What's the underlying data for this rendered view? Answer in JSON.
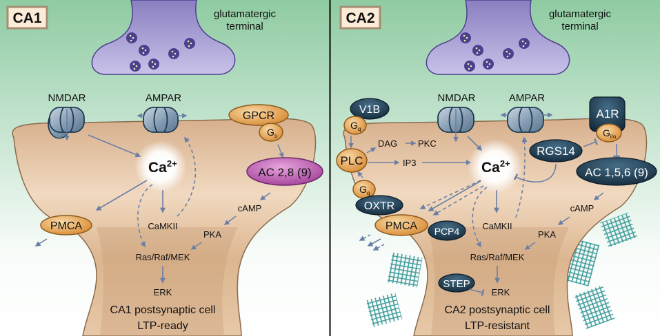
{
  "colors": {
    "bg_top": "#8fcba2",
    "bg_bottom": "#ffffff",
    "cell": "#d8b08c",
    "cell_light": "#f2dcc4",
    "cell_stroke": "#8a6a4c",
    "terminal": "#a79ad2",
    "terminal_stroke": "#4b3f8e",
    "vesicle": "#4c3f8f",
    "vesicle_dot": "#f2f0a0",
    "orange_protein": "#e6a65a",
    "orange_stroke": "#8b5a1e",
    "purple_protein": "#c86ab8",
    "navy_protein": "#1d3a50",
    "receptor": "#7e96ad",
    "arrow": "#6a7fa6",
    "matrix": "#3f9c9c",
    "label_bg": "#fbebd7",
    "label_border": "#a68e74"
  },
  "panels": [
    {
      "id": "CA1",
      "badge": "CA1",
      "terminal_label": [
        "glutamatergic",
        "terminal"
      ],
      "nmdar": "NMDAR",
      "ampar": "AMPAR",
      "gpcr": "GPCR",
      "gprotein": {
        "base": "G",
        "sub": "s"
      },
      "ac": "AC 2,8 (9)",
      "calcium": {
        "base": "Ca",
        "sup": "2+"
      },
      "pmca": "PMCA",
      "camkii": "CaMKII",
      "camp": "cAMP",
      "pka": "PKA",
      "ras": "Ras/Raf/MEK",
      "erk": "ERK",
      "cell_title": "CA1 postsynaptic cell",
      "cell_state": "LTP-ready"
    },
    {
      "id": "CA2",
      "badge": "CA2",
      "terminal_label": [
        "glutamatergic",
        "terminal"
      ],
      "nmdar": "NMDAR",
      "ampar": "AMPAR",
      "v1b": "V1B",
      "gq_top": {
        "base": "G",
        "sub": "q"
      },
      "plc": "PLC",
      "dag": "DAG",
      "pkc": "PKC",
      "ip3": "IP3",
      "gq_bottom": {
        "base": "G",
        "sub": "q"
      },
      "oxtr": "OXTR",
      "pmca": "PMCA",
      "pcp4": "PCP4",
      "a1r": "A1R",
      "gio": {
        "base": "G",
        "sub": "i/o"
      },
      "rgs14": "RGS14",
      "ac": "AC 1,5,6 (9)",
      "calcium": {
        "base": "Ca",
        "sup": "2+"
      },
      "camkii": "CaMKII",
      "camp": "cAMP",
      "pka": "PKA",
      "ras": "Ras/Raf/MEK",
      "step": "STEP",
      "erk": "ERK",
      "cell_title": "CA2 postsynaptic cell",
      "cell_state": "LTP-resistant"
    }
  ]
}
